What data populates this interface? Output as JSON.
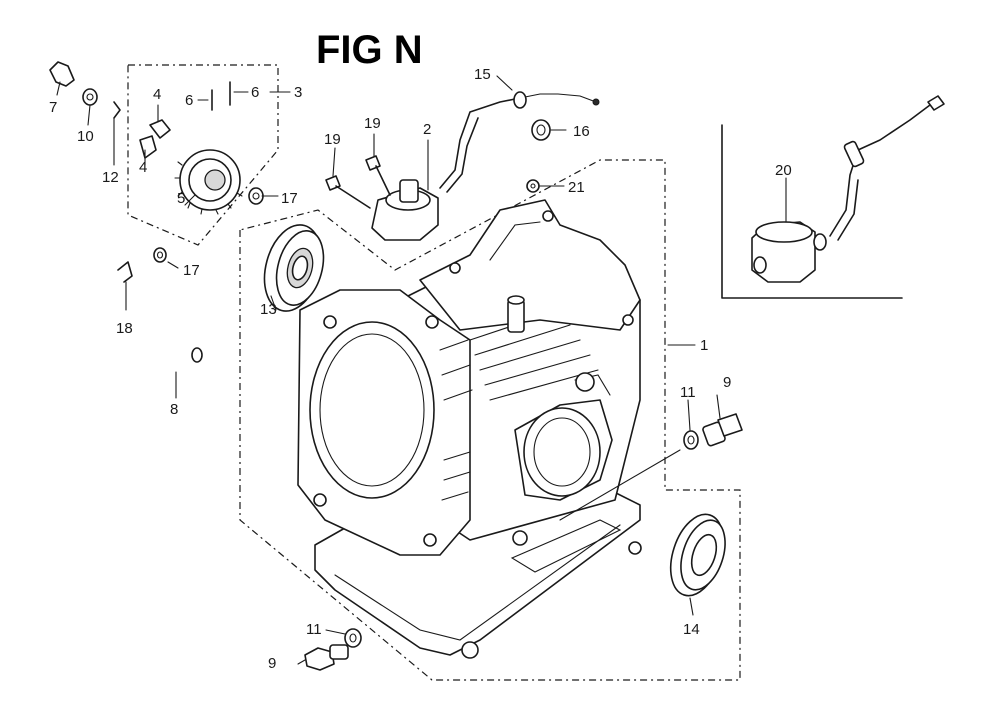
{
  "title": "FIG N",
  "callouts": [
    {
      "id": "c1",
      "text": "1"
    },
    {
      "id": "c2",
      "text": "2"
    },
    {
      "id": "c3",
      "text": "3"
    },
    {
      "id": "c4a",
      "text": "4"
    },
    {
      "id": "c4b",
      "text": "4"
    },
    {
      "id": "c5",
      "text": "5"
    },
    {
      "id": "c6a",
      "text": "6"
    },
    {
      "id": "c6b",
      "text": "6"
    },
    {
      "id": "c7",
      "text": "7"
    },
    {
      "id": "c8",
      "text": "8"
    },
    {
      "id": "c9a",
      "text": "9"
    },
    {
      "id": "c9b",
      "text": "9"
    },
    {
      "id": "c10",
      "text": "10"
    },
    {
      "id": "c11a",
      "text": "11"
    },
    {
      "id": "c11b",
      "text": "11"
    },
    {
      "id": "c12",
      "text": "12"
    },
    {
      "id": "c13",
      "text": "13"
    },
    {
      "id": "c14",
      "text": "14"
    },
    {
      "id": "c15",
      "text": "15"
    },
    {
      "id": "c16",
      "text": "16"
    },
    {
      "id": "c17a",
      "text": "17"
    },
    {
      "id": "c17b",
      "text": "17"
    },
    {
      "id": "c18",
      "text": "18"
    },
    {
      "id": "c19a",
      "text": "19"
    },
    {
      "id": "c19b",
      "text": "19"
    },
    {
      "id": "c20",
      "text": "20"
    },
    {
      "id": "c21",
      "text": "21"
    }
  ]
}
